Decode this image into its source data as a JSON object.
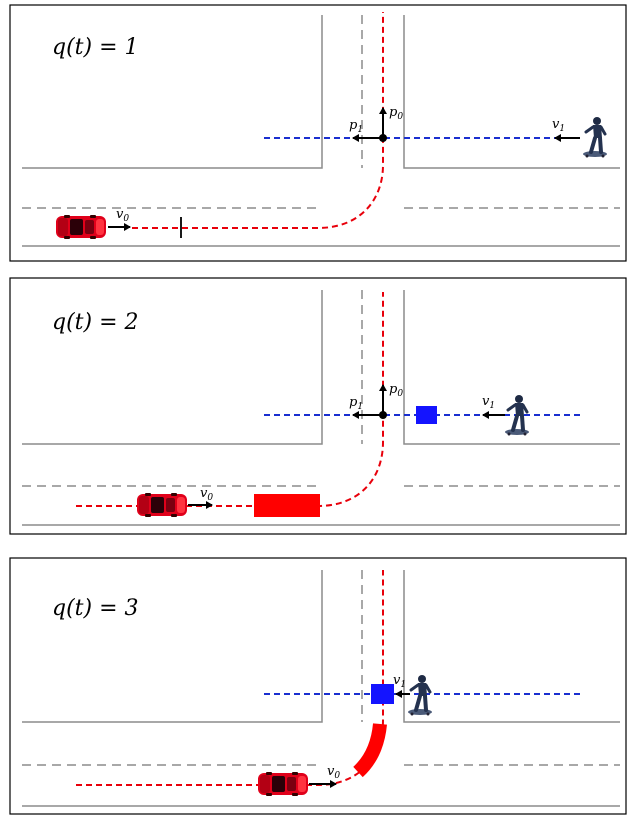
{
  "panels": [
    {
      "label": "q(t) = 1",
      "car_velocity": "v",
      "car_velocity_sub": "0",
      "ped_velocity": "v",
      "ped_velocity_sub": "1",
      "intersection_p0": "p",
      "intersection_p0_sub": "0",
      "intersection_p1": "p",
      "intersection_p1_sub": "1"
    },
    {
      "label": "q(t) = 2",
      "car_velocity": "v",
      "car_velocity_sub": "0",
      "ped_velocity": "v",
      "ped_velocity_sub": "1",
      "intersection_p0": "p",
      "intersection_p0_sub": "0",
      "intersection_p1": "p",
      "intersection_p1_sub": "1"
    },
    {
      "label": "q(t) = 3",
      "car_velocity": "v",
      "car_velocity_sub": "0",
      "ped_velocity": "v",
      "ped_velocity_sub": "1"
    }
  ],
  "colors": {
    "car_path": "#e8000b",
    "ped_path": "#1a2fd0",
    "road": "#8c8c8c",
    "lane_dash": "#8c8c8c"
  },
  "icons": {
    "car": "red-car-icon",
    "pedestrian": "skateboarder-icon"
  }
}
